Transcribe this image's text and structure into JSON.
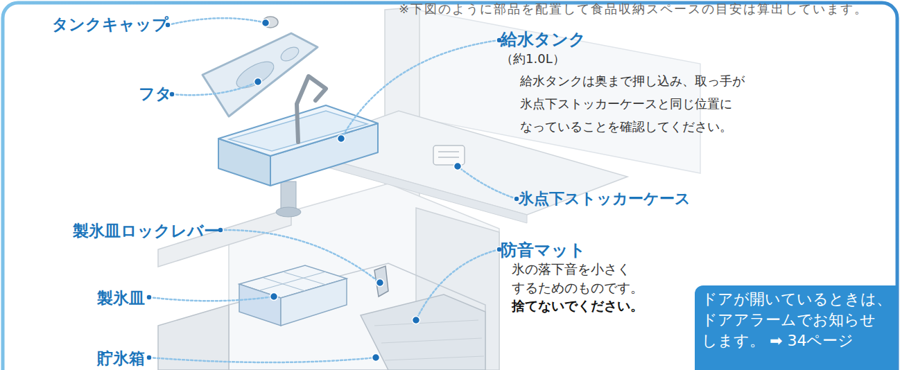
{
  "diagram": {
    "nodes": [
      {
        "text": [
          "ドアが開いているときは、 ドアアラームでお知らせ します。 ➡ 34ページ"
        ]
      }
    ],
    "labels": [
      "※下図のように部品を配置して食品収納スペースの目安は算出しています。",
      "タンクキャップ",
      "フタ",
      "給水タンク",
      "（約1.0L）",
      "給水タンクは奥まで押し込み、取っ手が 氷点下ストッカーケースと同じ位置に なっていることを確認してください。",
      "氷点下ストッカーケース",
      "製氷皿ロックレバー",
      "製氷皿",
      "貯氷箱",
      "防音マット",
      "氷の落下音を小さく するためのものです。",
      "捨てないでください。"
    ]
  }
}
